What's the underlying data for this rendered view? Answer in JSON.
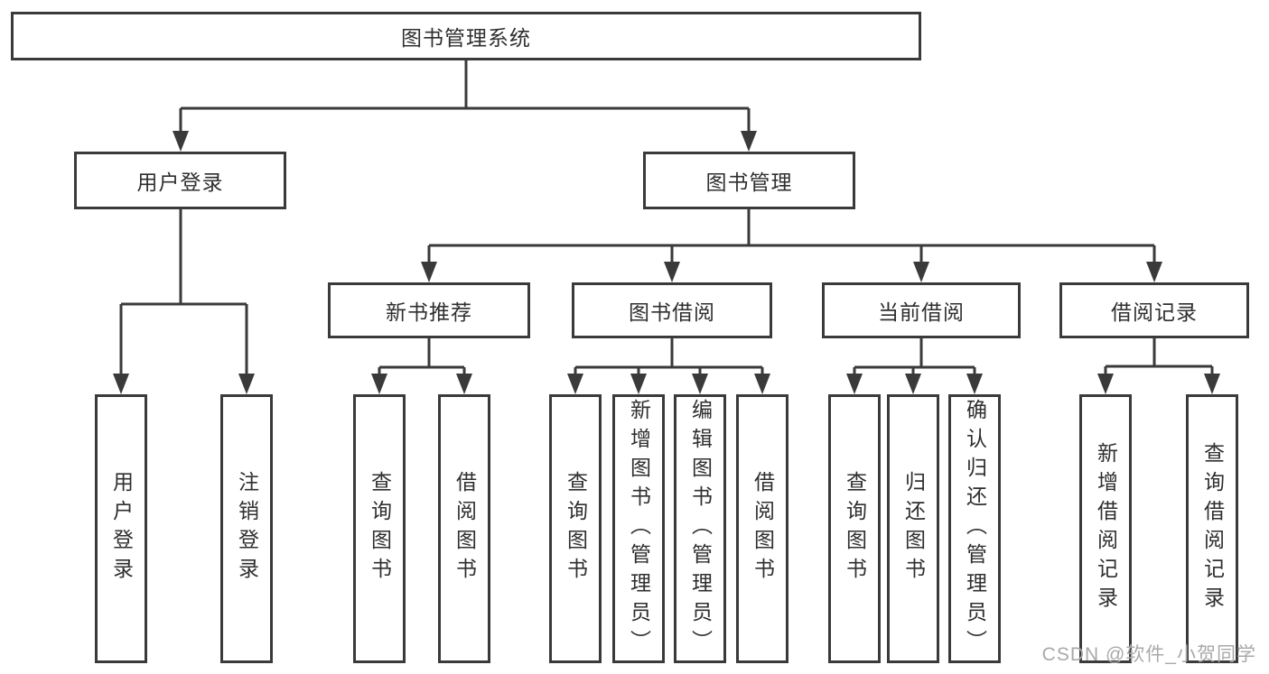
{
  "diagram": {
    "title": "图书管理系统",
    "level1": [
      {
        "label": "用户登录",
        "children": [
          {
            "label": "用户登录"
          },
          {
            "label": "注销登录"
          }
        ]
      },
      {
        "label": "图书管理",
        "children": [
          {
            "label": "新书推荐",
            "children": [
              {
                "label": "查询图书"
              },
              {
                "label": "借阅图书"
              }
            ]
          },
          {
            "label": "图书借阅",
            "children": [
              {
                "label": "查询图书"
              },
              {
                "label": "新增图书（管理员）"
              },
              {
                "label": "编辑图书（管理员）"
              },
              {
                "label": "借阅图书"
              }
            ]
          },
          {
            "label": "当前借阅",
            "children": [
              {
                "label": "查询图书"
              },
              {
                "label": "归还图书"
              },
              {
                "label": "确认归还（管理员）"
              }
            ]
          },
          {
            "label": "借阅记录",
            "children": [
              {
                "label": "新增借阅记录"
              },
              {
                "label": "查询借阅记录"
              }
            ]
          }
        ]
      }
    ]
  },
  "watermark": {
    "text": "CSDN @软件_小贺同学"
  },
  "colors": {
    "line": "#3a3a3a",
    "text": "#2f2f2f",
    "watermark": "#a9a9a9",
    "background": "#ffffff"
  }
}
